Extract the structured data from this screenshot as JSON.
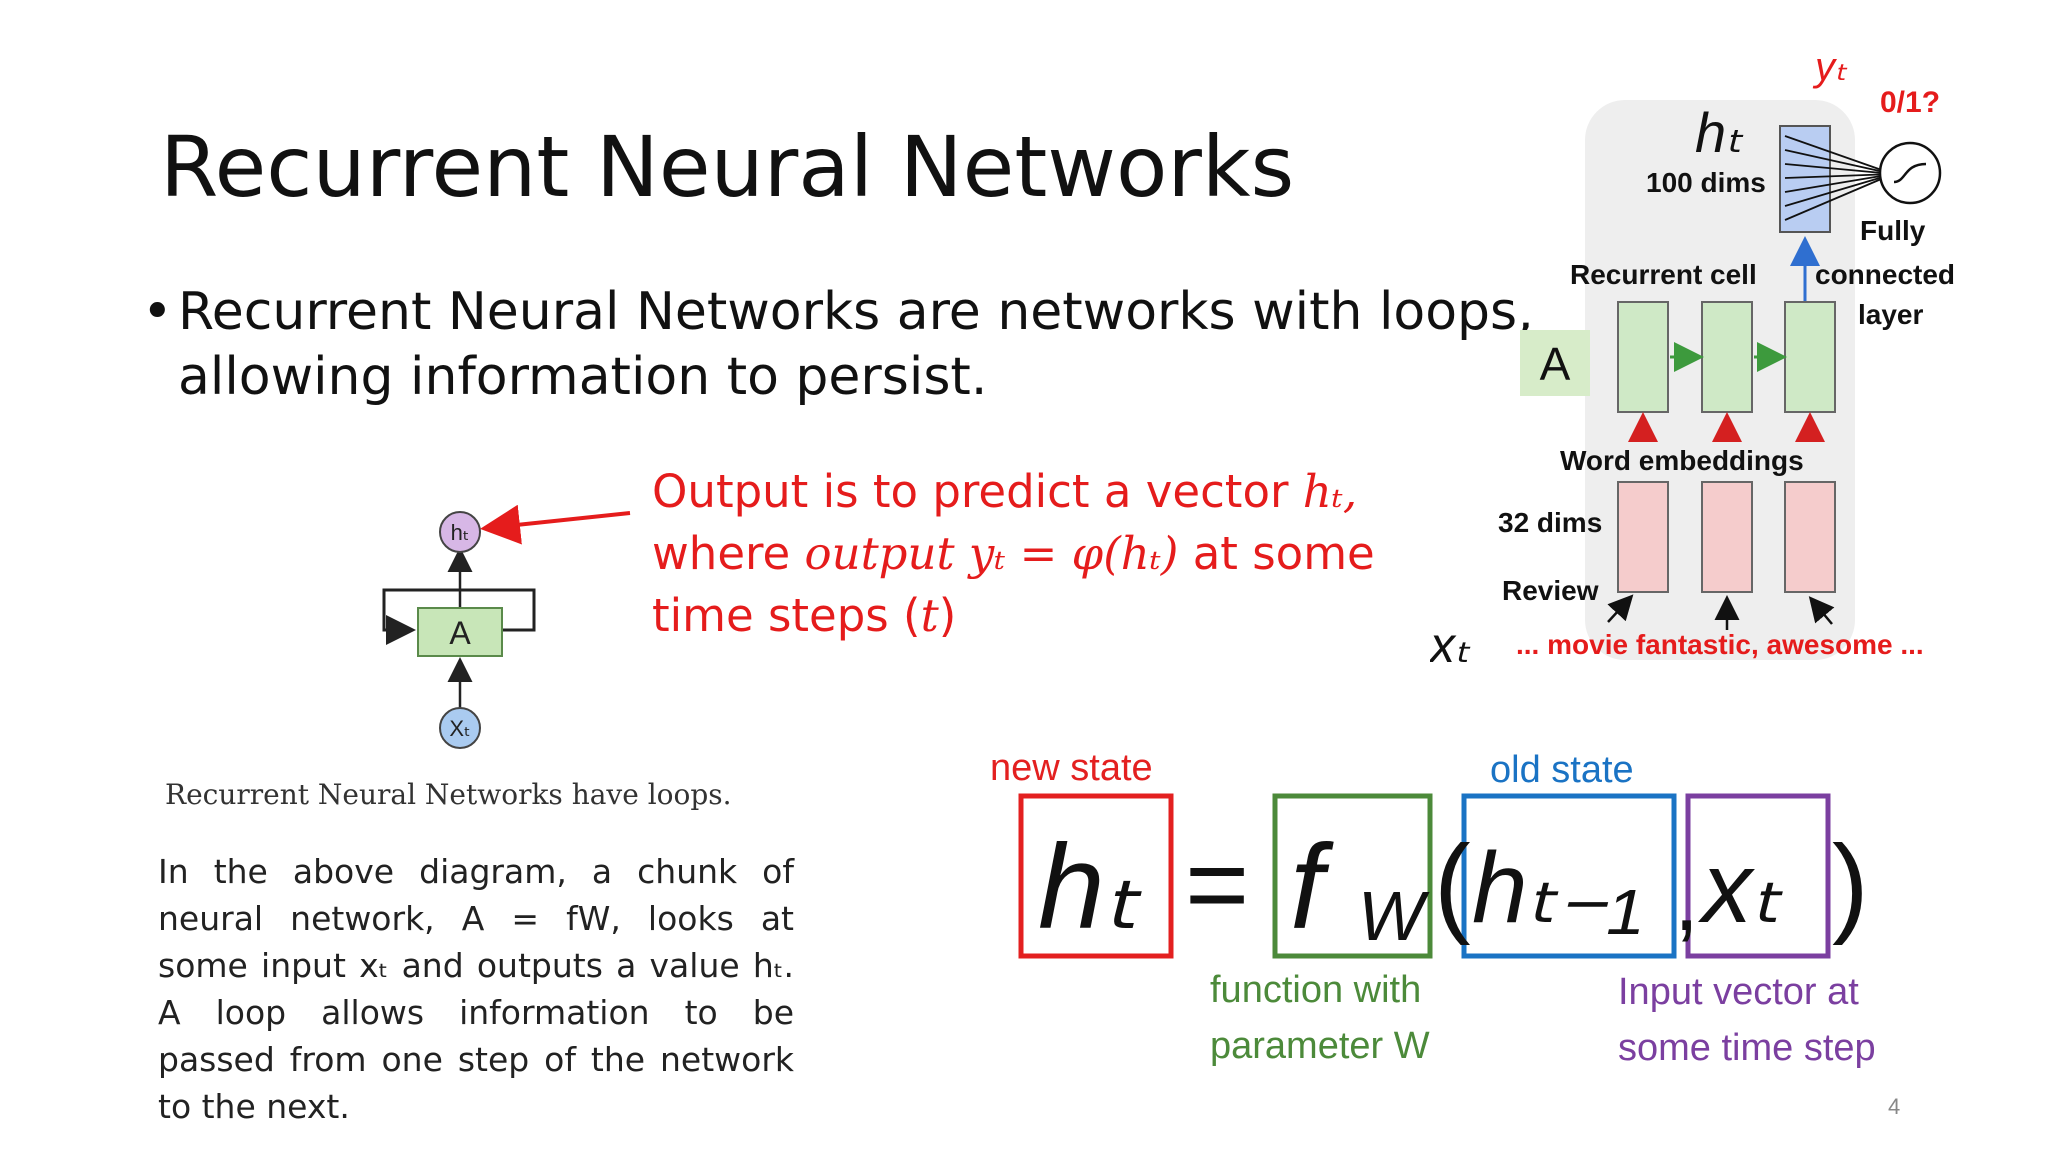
{
  "slide": {
    "title": "Recurrent Neural Networks",
    "bullet_symbol": "•",
    "bullet_line1": "Recurrent Neural Networks are networks with loops,",
    "bullet_line2": "allowing information to persist.",
    "page_number": "4"
  },
  "loop_diagram": {
    "node_top": "hₜ",
    "node_mid": "A",
    "node_bottom": "Xₜ",
    "caption": "Recurrent Neural Networks have loops."
  },
  "annotation": {
    "line1_prefix": "Output is to predict a vector ",
    "line1_var": "hₜ,",
    "line2_prefix": "where ",
    "line2_formula": "output yₜ = φ(hₜ)",
    "line2_suffix": " at some",
    "line3_prefix": "time steps (",
    "line3_var": "t",
    "line3_suffix": ")"
  },
  "paragraph": {
    "text": "In the above diagram, a chunk of neural network, A = fW, looks at some input xₜ and outputs a value hₜ. A loop allows information to be passed from one step of the network to the next."
  },
  "equation": {
    "label_new_state": "new state",
    "label_old_state": "old state",
    "lhs": "hₜ",
    "equals": "=",
    "func": "f",
    "func_sub": "W",
    "open_paren": "(",
    "prev_state": "hₜ₋₁",
    "comma": ",",
    "input": "xₜ",
    "close_paren": ")",
    "label_function_line1": "function with",
    "label_function_line2": "parameter W",
    "label_input_line1": "Input vector at",
    "label_input_line2": "some time step",
    "colors": {
      "new_state": "#e32020",
      "function": "#4c8a3a",
      "old_state": "#1a73c4",
      "input": "#7b3fa0"
    }
  },
  "network": {
    "output_var": "yₜ",
    "output_question": "0/1?",
    "hidden_var": "hₜ",
    "hidden_dims": "100 dims",
    "fc_line1": "Fully",
    "fc_line2": "connected",
    "fc_line3": "layer",
    "recurrent_cell": "Recurrent cell",
    "cell_label": "A",
    "word_embeddings": "Word embeddings",
    "embed_dims": "32 dims",
    "review": "Review",
    "input_var": "xₜ",
    "input_text": "... movie fantastic, awesome ..."
  }
}
